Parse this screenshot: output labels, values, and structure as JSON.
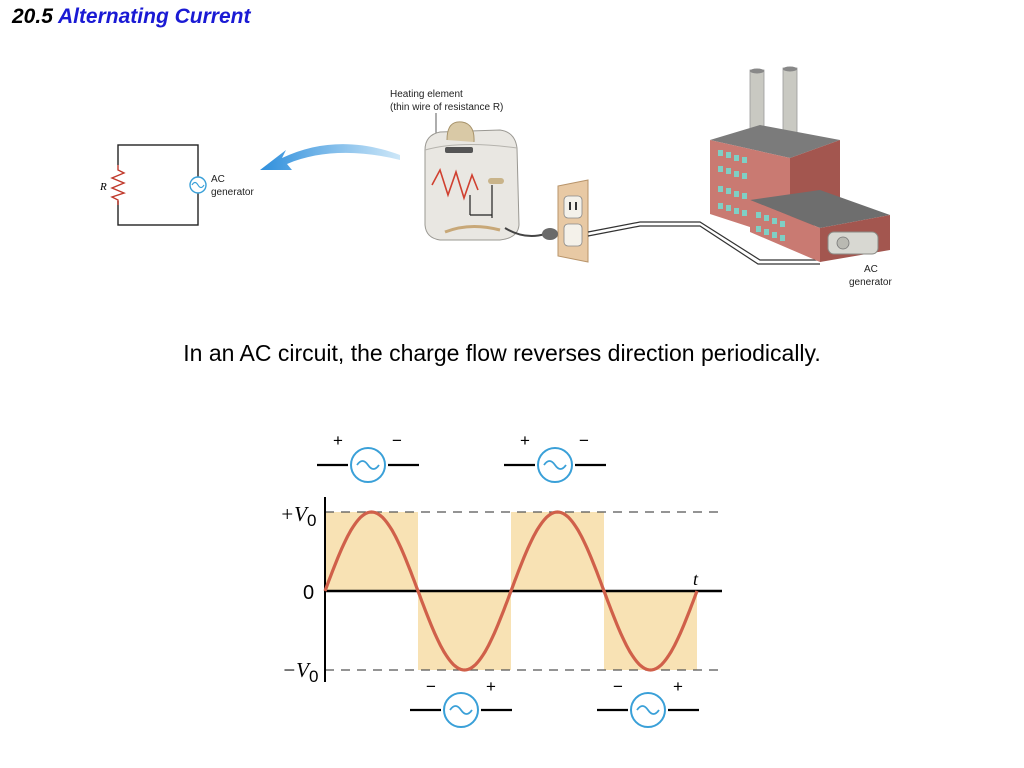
{
  "slide": {
    "section_number": "20.5",
    "section_title": "Alternating Current",
    "caption": "In an AC circuit, the charge flow reverses direction periodically."
  },
  "illustration": {
    "heating_label_line1": "Heating element",
    "heating_label_line2": "(thin wire of resistance R)",
    "circuit_resistor_label": "R",
    "circuit_generator_label_line1": "AC",
    "circuit_generator_label_line2": "generator",
    "plant_generator_label_line1": "AC",
    "plant_generator_label_line2": "generator"
  },
  "graph": {
    "y_top_label": "+V",
    "y_top_sub": "0",
    "y_zero_label": "0",
    "y_bottom_label": "−V",
    "y_bottom_sub": "0",
    "x_label": "t",
    "top_sign_plus": "+",
    "top_sign_minus": "−",
    "bottom_sign_minus": "−",
    "bottom_sign_plus": "+",
    "colors": {
      "wave": "#d0604a",
      "shade": "#f8e2b4",
      "axis": "#000000",
      "dashed": "#555555"
    }
  }
}
